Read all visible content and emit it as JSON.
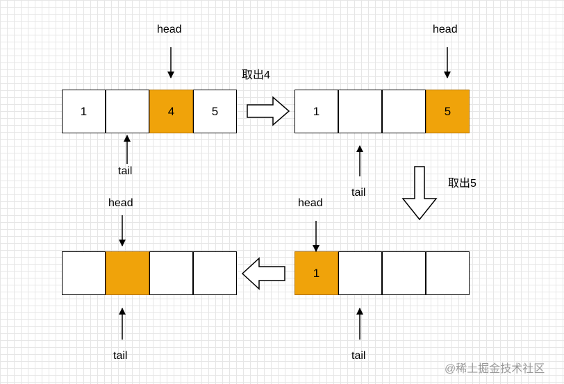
{
  "labels": {
    "head": "head",
    "tail": "tail"
  },
  "captions": {
    "step1": "取出4",
    "step2": "取出5"
  },
  "queues": [
    {
      "cells": [
        "1",
        "",
        "4",
        "5"
      ],
      "highlight": 2
    },
    {
      "cells": [
        "1",
        "",
        "",
        "5"
      ],
      "highlight": 3
    },
    {
      "cells": [
        "1",
        "",
        "",
        ""
      ],
      "highlight": 0
    },
    {
      "cells": [
        "",
        "",
        "",
        ""
      ],
      "highlight": 1
    }
  ],
  "watermark": "@稀土掘金技术社区"
}
